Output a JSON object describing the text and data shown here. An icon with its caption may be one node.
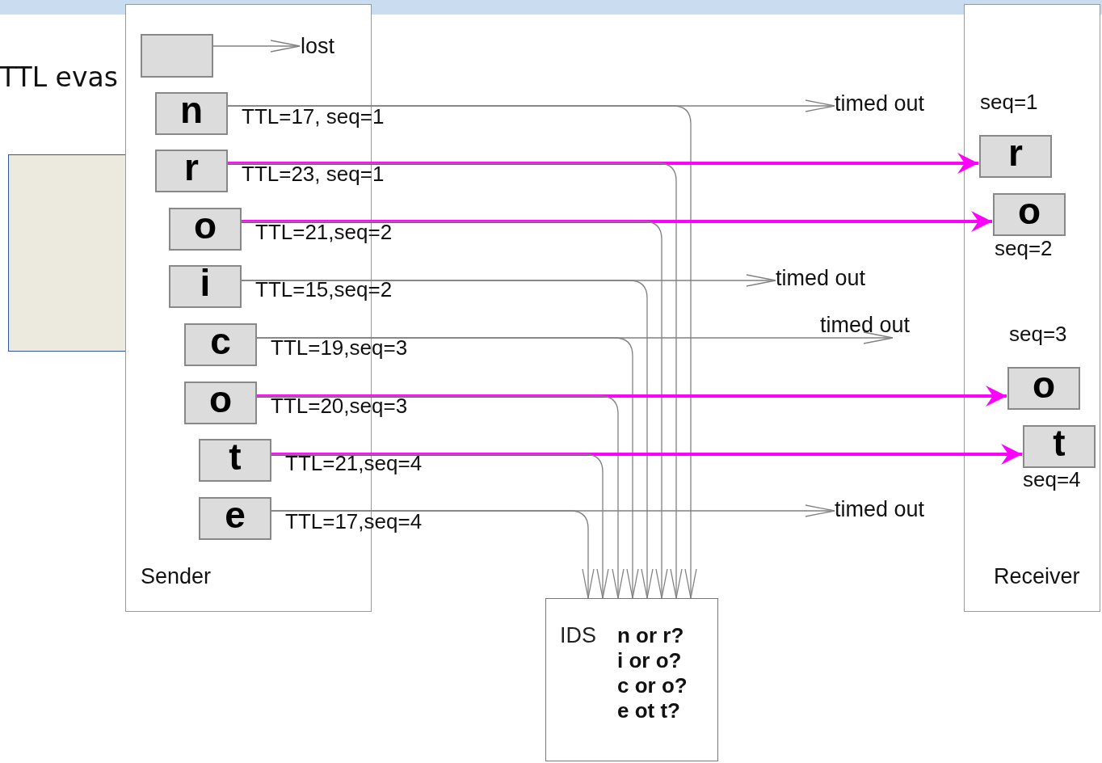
{
  "diagram": {
    "title": "TTL evas",
    "nodes": [
      {
        "text": [
          "Sender"
        ]
      },
      {
        "text": [],
        "shape": "box",
        "in": 0
      },
      {
        "text": [
          "n"
        ],
        "in": 0,
        "beside": [
          "TTL=17, seq=1"
        ]
      },
      {
        "text": [
          "r"
        ],
        "in": 0,
        "beside": [
          "TTL=23, seq=1"
        ]
      },
      {
        "text": [
          "o"
        ],
        "in": 0,
        "beside": [
          "TTL=21,seq=2"
        ]
      },
      {
        "text": [
          "i"
        ],
        "in": 0,
        "beside": [
          "TTL=15,seq=2"
        ]
      },
      {
        "text": [
          "c"
        ],
        "in": 0,
        "beside": [
          "TTL=19,seq=3"
        ]
      },
      {
        "text": [
          "o"
        ],
        "in": 0,
        "beside": [
          "TTL=20,seq=3"
        ]
      },
      {
        "text": [
          "t"
        ],
        "in": 0,
        "beside": [
          "TTL=21,seq=4"
        ]
      },
      {
        "text": [
          "e"
        ],
        "in": 0,
        "beside": [
          "TTL=17,seq=4"
        ]
      },
      {
        "text": [
          "Receiver"
        ]
      },
      {
        "text": [
          "r"
        ],
        "in": 10,
        "beside": [
          "seq=1"
        ]
      },
      {
        "text": [
          "o"
        ],
        "in": 10,
        "beside": [
          "seq=2"
        ]
      },
      {
        "text": [
          "o"
        ],
        "in": 10,
        "beside": [
          "seq=3"
        ]
      },
      {
        "text": [
          "t"
        ],
        "in": 10,
        "beside": [
          "seq=4"
        ]
      },
      {
        "text": [
          "IDS",
          "n or r? i or o? c or o? e ot t?"
        ]
      },
      {
        "text": [
          "lost"
        ],
        "in": 0
      },
      {
        "text": [
          "timed out"
        ]
      },
      {
        "text": [
          "timed out"
        ]
      },
      {
        "text": [
          "timed out"
        ]
      },
      {
        "text": [
          "timed out"
        ]
      }
    ],
    "edges": [
      {
        "from": 1,
        "to": 16,
        "arrow": "to"
      },
      {
        "from": 2,
        "to": 17,
        "arrow": "to"
      },
      {
        "from": 2,
        "to": 15,
        "arrow": "to"
      },
      {
        "from": 3,
        "to": 11,
        "arrow": "to",
        "style": "thick",
        "color": "#ff00ff"
      },
      {
        "from": 3,
        "to": 15,
        "arrow": "to"
      },
      {
        "from": 4,
        "to": 12,
        "arrow": "to",
        "style": "thick",
        "color": "#ff00ff"
      },
      {
        "from": 4,
        "to": 15,
        "arrow": "to"
      },
      {
        "from": 5,
        "to": 18,
        "arrow": "to"
      },
      {
        "from": 5,
        "to": 15,
        "arrow": "to"
      },
      {
        "from": 6,
        "to": 19,
        "arrow": "to"
      },
      {
        "from": 6,
        "to": 15,
        "arrow": "to"
      },
      {
        "from": 7,
        "to": 13,
        "arrow": "to",
        "style": "thick",
        "color": "#ff00ff"
      },
      {
        "from": 7,
        "to": 15,
        "arrow": "to"
      },
      {
        "from": 8,
        "to": 14,
        "arrow": "to",
        "style": "thick",
        "color": "#ff00ff"
      },
      {
        "from": 8,
        "to": 15,
        "arrow": "to"
      },
      {
        "from": 9,
        "to": 20,
        "arrow": "to"
      },
      {
        "from": 9,
        "to": 15,
        "arrow": "to"
      }
    ]
  }
}
